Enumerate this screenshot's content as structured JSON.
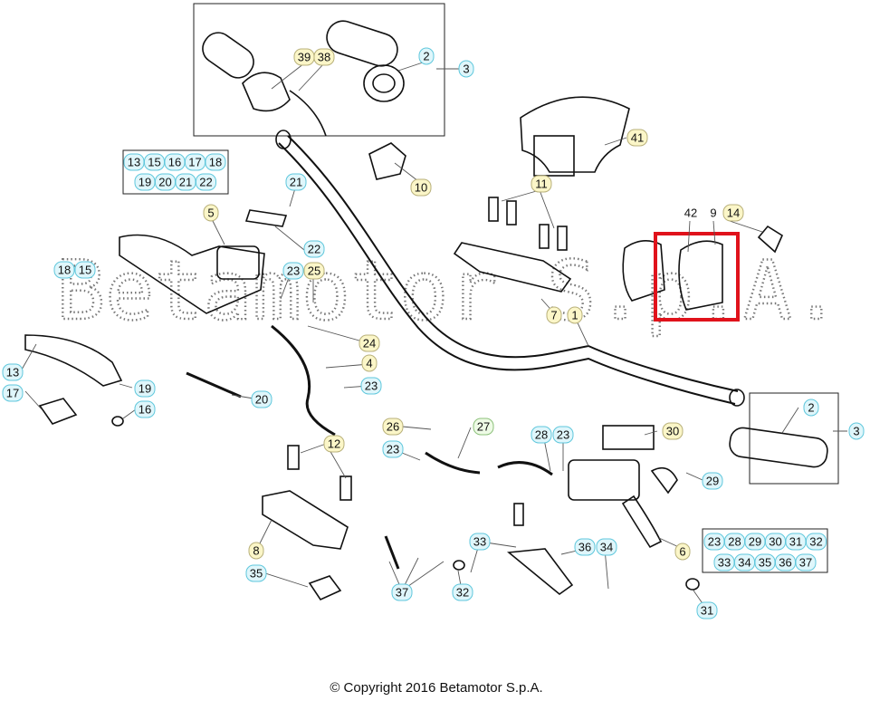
{
  "watermark": "Betamotor S.p.A.",
  "copyright": "© Copyright 2016 Betamotor S.p.A.",
  "highlight_color": "#e0121b",
  "callouts": [
    {
      "id": "c39",
      "label": "39",
      "style": "yellow"
    },
    {
      "id": "c38",
      "label": "38",
      "style": "yellow"
    },
    {
      "id": "c2a",
      "label": "2",
      "style": "cyan"
    },
    {
      "id": "c3a",
      "label": "3",
      "style": "cyan"
    },
    {
      "id": "c41",
      "label": "41",
      "style": "yellow"
    },
    {
      "id": "c10",
      "label": "10",
      "style": "yellow"
    },
    {
      "id": "c11",
      "label": "11",
      "style": "yellow"
    },
    {
      "id": "c21",
      "label": "21",
      "style": "cyan"
    },
    {
      "id": "c5",
      "label": "5",
      "style": "yellow"
    },
    {
      "id": "c22",
      "label": "22",
      "style": "cyan"
    },
    {
      "id": "c42",
      "label": "42",
      "style": "none"
    },
    {
      "id": "c9",
      "label": "9",
      "style": "none"
    },
    {
      "id": "c14",
      "label": "14",
      "style": "yellow"
    },
    {
      "id": "c18a",
      "label": "18",
      "style": "cyan"
    },
    {
      "id": "c15a",
      "label": "15",
      "style": "cyan"
    },
    {
      "id": "c23a",
      "label": "23",
      "style": "cyan"
    },
    {
      "id": "c25",
      "label": "25",
      "style": "yellow"
    },
    {
      "id": "c7",
      "label": "7",
      "style": "yellow"
    },
    {
      "id": "c1",
      "label": "1",
      "style": "yellow"
    },
    {
      "id": "c24",
      "label": "24",
      "style": "yellow"
    },
    {
      "id": "c4",
      "label": "4",
      "style": "yellow"
    },
    {
      "id": "c23b",
      "label": "23",
      "style": "cyan"
    },
    {
      "id": "c13",
      "label": "13",
      "style": "cyan"
    },
    {
      "id": "c17",
      "label": "17",
      "style": "cyan"
    },
    {
      "id": "c19",
      "label": "19",
      "style": "cyan"
    },
    {
      "id": "c16",
      "label": "16",
      "style": "cyan"
    },
    {
      "id": "c20",
      "label": "20",
      "style": "cyan"
    },
    {
      "id": "c2b",
      "label": "2",
      "style": "cyan"
    },
    {
      "id": "c3b",
      "label": "3",
      "style": "cyan"
    },
    {
      "id": "c26",
      "label": "26",
      "style": "yellow"
    },
    {
      "id": "c27",
      "label": "27",
      "style": "green"
    },
    {
      "id": "c12",
      "label": "12",
      "style": "yellow"
    },
    {
      "id": "c23c",
      "label": "23",
      "style": "cyan"
    },
    {
      "id": "c28",
      "label": "28",
      "style": "cyan"
    },
    {
      "id": "c23d",
      "label": "23",
      "style": "cyan"
    },
    {
      "id": "c30",
      "label": "30",
      "style": "yellow"
    },
    {
      "id": "c29",
      "label": "29",
      "style": "cyan"
    },
    {
      "id": "c8",
      "label": "8",
      "style": "yellow"
    },
    {
      "id": "c35",
      "label": "35",
      "style": "cyan"
    },
    {
      "id": "c33",
      "label": "33",
      "style": "cyan"
    },
    {
      "id": "c36",
      "label": "36",
      "style": "cyan"
    },
    {
      "id": "c34",
      "label": "34",
      "style": "cyan"
    },
    {
      "id": "c6",
      "label": "6",
      "style": "yellow"
    },
    {
      "id": "c37",
      "label": "37",
      "style": "cyan"
    },
    {
      "id": "c32",
      "label": "32",
      "style": "cyan"
    },
    {
      "id": "c31",
      "label": "31",
      "style": "cyan"
    }
  ],
  "group_boxes": [
    {
      "id": "g1",
      "rows": [
        [
          "13",
          "15",
          "16",
          "17",
          "18"
        ],
        [
          "19",
          "20",
          "21",
          "22"
        ]
      ]
    },
    {
      "id": "g2",
      "rows": [
        [
          "23",
          "28",
          "29",
          "30",
          "31",
          "32"
        ],
        [
          "33",
          "34",
          "35",
          "36",
          "37"
        ]
      ]
    }
  ]
}
